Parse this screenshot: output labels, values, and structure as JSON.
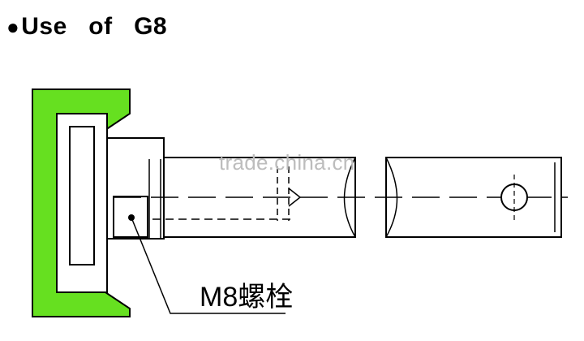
{
  "header": {
    "bullet": "●",
    "title": "Use   of   G8"
  },
  "diagram": {
    "callout_label": "M8螺栓",
    "watermark": "trade.china.cn",
    "colors": {
      "seal_fill": "#66e020",
      "line": "#000000",
      "watermark": "#bdbdbd"
    }
  }
}
